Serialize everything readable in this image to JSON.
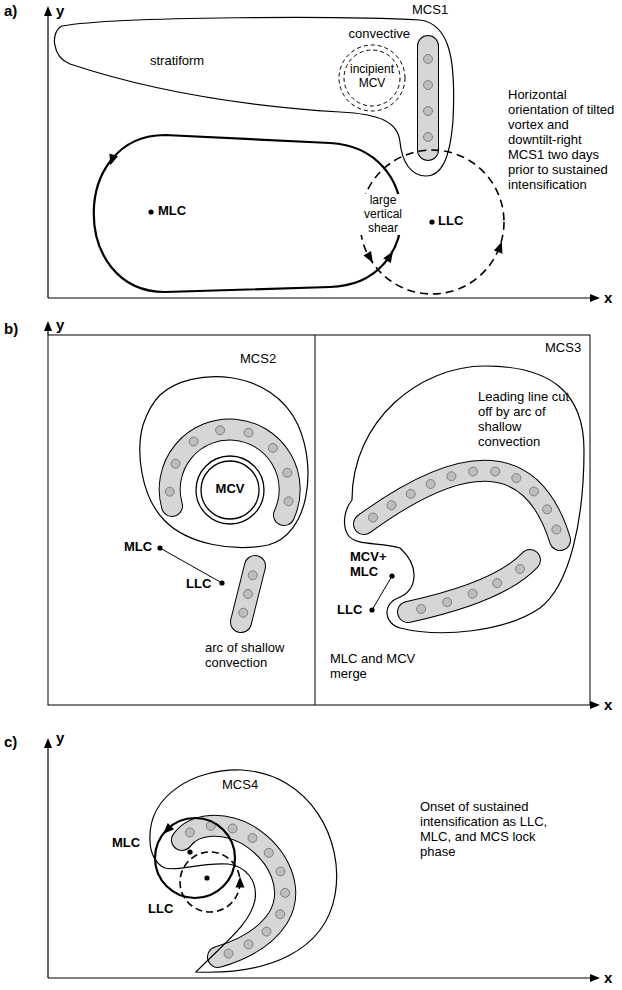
{
  "diagram": {
    "nodes": [
      {
        "text": [
          "MCS1",
          "stratiform"
        ]
      },
      {
        "text": [
          "incipient MCV"
        ],
        "in": 0
      },
      {
        "text": [
          "convective"
        ],
        "in": 0
      },
      {
        "text": [
          "MLC"
        ]
      },
      {
        "text": [
          "LLC"
        ]
      },
      {
        "text": [
          "MCS2"
        ]
      },
      {
        "text": [
          "MCV"
        ],
        "in": 5
      },
      {
        "text": [
          "MCS3"
        ]
      },
      {
        "text": [
          "MCS4"
        ]
      },
      {
        "text": [
          "MLC"
        ]
      },
      {
        "text": [
          "LLC"
        ]
      }
    ],
    "labels": [
      "a)",
      "y",
      "Horizontal orientation of tilted vortex and downtilt-right MCS1 two days prior to sustained intensification",
      "large vertical shear",
      "x",
      "b)",
      "y",
      "MLC",
      "LLC",
      "arc of shallow convection",
      "Leading line cut off by arc of shallow convection",
      "MCV+ MLC",
      "LLC",
      "MLC and MCV merge",
      "x",
      "c)",
      "y",
      "Onset of sustained intensification as LLC, MLC, and MCS lock phase",
      "x"
    ]
  }
}
